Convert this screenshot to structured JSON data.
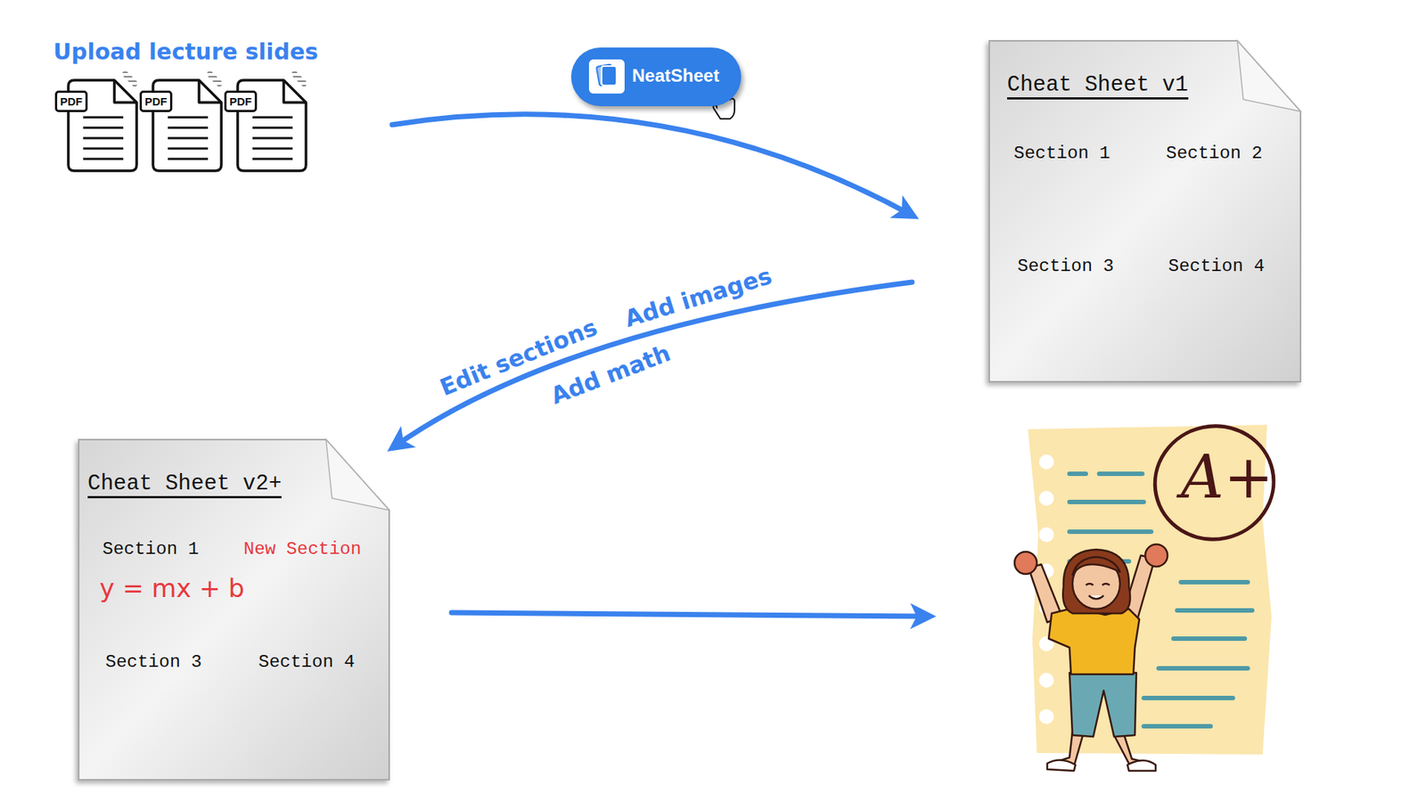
{
  "diagram": {
    "nodes": [
      {
        "text": [
          "Upload lecture slides"
        ]
      },
      {
        "text": [
          "PDF"
        ],
        "in": 0
      },
      {
        "text": [
          "PDF"
        ],
        "in": 0
      },
      {
        "text": [
          "PDF"
        ],
        "in": 0
      },
      {
        "text": [
          "NeatSheet"
        ]
      },
      {
        "text": [
          "Cheat Sheet v1",
          "Section 1",
          "Section 2",
          "Section 3",
          "Section 4"
        ]
      },
      {
        "text": [
          "Cheat Sheet v2+",
          "Section 1",
          "New Section",
          "y = mx + b",
          "Section 3",
          "Section 4"
        ]
      },
      {
        "text": [
          "A+"
        ]
      }
    ],
    "edges": [
      {
        "from": 0,
        "to": 5,
        "arrow": "to"
      },
      {
        "from": 5,
        "to": 6,
        "label": "Edit sections",
        "arrow": "to"
      },
      {
        "from": 6,
        "to": 7,
        "arrow": "to"
      }
    ],
    "labels": [
      "Add images",
      "Add math"
    ]
  }
}
